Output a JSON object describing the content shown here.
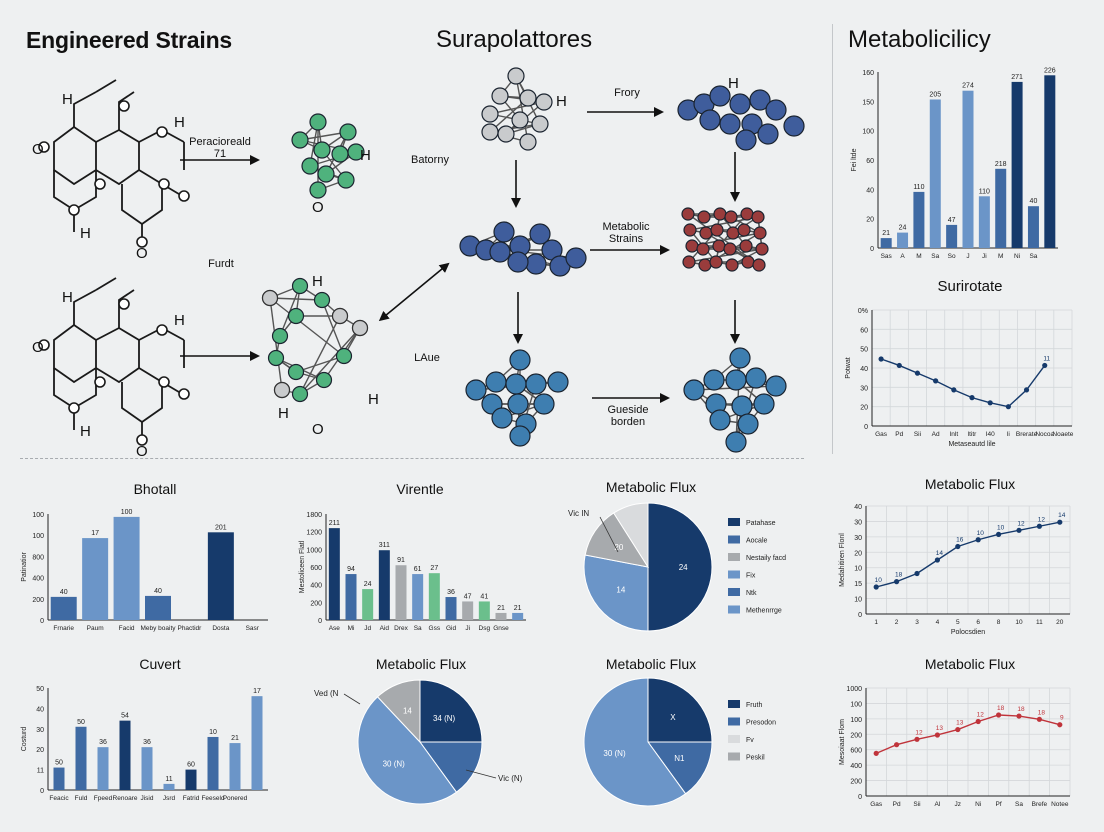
{
  "headings": {
    "left": "Engineered Strains",
    "middle": "Surapolattores",
    "right": "Metabolicilicy"
  },
  "diagram_labels": {
    "pathway_top": "Peracioreald",
    "pathway_top_num": "71",
    "furdt": "Furdt",
    "batorny": "Batorny",
    "frory": "Frory",
    "metabolic_strains": "Metabolic\nStrains",
    "laue": "LAue",
    "gueside_borden": "Gueside\nborden",
    "h": "H",
    "o": "O"
  },
  "colors": {
    "navy": "#163a6b",
    "mid": "#3f6aa3",
    "light": "#6b95c8",
    "grey": "#a7aaad",
    "green": "#6bbf8c",
    "red": "#c0343b",
    "molecule_green": "#4fb27d",
    "molecule_blue": "#3f5d9c",
    "molecule_red": "#9a3c3c",
    "molecule_teal": "#3e7eb0"
  },
  "chart_data": [
    {
      "id": "c1",
      "type": "bar",
      "title": "",
      "ylabel": "Fei ltde",
      "ylim": [
        0,
        160
      ],
      "yticks": [
        "0",
        "20",
        "40",
        "60",
        "100",
        "150",
        "160"
      ],
      "categories": [
        "Sas",
        "A",
        "M",
        "Sa",
        "So",
        "J",
        "Ji",
        "M",
        "Ni",
        "Sa"
      ],
      "values": [
        9,
        14,
        51,
        135,
        21,
        143,
        47,
        72,
        151,
        38
      ],
      "value_labels": [
        "21",
        "24",
        "110",
        "205",
        "47",
        "274",
        "110",
        "218",
        "271",
        "40"
      ],
      "bar_colors": [
        "#3f6aa3",
        "#6b95c8",
        "#3f6aa3",
        "#6b95c8",
        "#3f6aa3",
        "#6b95c8",
        "#6b95c8",
        "#3f6aa3",
        "#163a6b",
        "#3f6aa3",
        "#163a6b"
      ],
      "extra_value": 157,
      "extra_label": "226"
    },
    {
      "id": "c2",
      "type": "line",
      "title": "Surirotate",
      "ylabel": "Potwat",
      "xlabel": "Metaseautd lile",
      "ylim": [
        0,
        90
      ],
      "yticks": [
        "0",
        "20",
        "30",
        "40",
        "50",
        "60",
        "0%"
      ],
      "categories": [
        "Gas",
        "Pd",
        "Sii",
        "Ad",
        "Inlt",
        "ltitr",
        "I40",
        "li",
        "Brerate",
        "Nocoa",
        "Noaete"
      ],
      "values": [
        52,
        47,
        41,
        35,
        28,
        22,
        18,
        15,
        28,
        47
      ],
      "point_label": "11"
    },
    {
      "id": "c3",
      "type": "bar",
      "title": "Bhotall",
      "ylabel": "Patinatior",
      "ylim": [
        0,
        110
      ],
      "yticks": [
        "0",
        "200",
        "400",
        "800",
        "100",
        "100"
      ],
      "categories": [
        "Frnarie",
        "Paum",
        "Facid",
        "Meby boaity",
        "Phactidr",
        "Dosta",
        "Sasr"
      ],
      "values": [
        24,
        85,
        107,
        25,
        0,
        91,
        0
      ],
      "value_labels": [
        "40",
        "17",
        "100",
        "40",
        "",
        "201",
        ""
      ],
      "bar_colors": [
        "#3f6aa3",
        "#6b95c8",
        "#6b95c8",
        "#3f6aa3",
        "#3f6aa3",
        "#163a6b",
        "#3f6aa3"
      ]
    },
    {
      "id": "c4",
      "type": "bar",
      "title": "Virentle",
      "ylabel": "Mestoliceen Flatl",
      "ylim": [
        0,
        120
      ],
      "yticks": [
        "0",
        "200",
        "400",
        "600",
        "1000",
        "1200",
        "1800"
      ],
      "categories": [
        "Ase",
        "Mi",
        "Jd",
        "Aid",
        "Drex",
        "Sa",
        "Gss",
        "Gid",
        "Ji",
        "Dsg",
        "Gnse"
      ],
      "values": [
        104,
        52,
        35,
        79,
        62,
        52,
        53,
        26,
        21,
        21,
        8,
        8
      ],
      "value_labels": [
        "211",
        "94",
        "24",
        "311",
        "91",
        "61",
        "27",
        "36",
        "47",
        "41",
        "21",
        "21"
      ],
      "bar_colors": [
        "#163a6b",
        "#3f6aa3",
        "#6bbf8c",
        "#163a6b",
        "#a7aaad",
        "#6b95c8",
        "#6bbf8c",
        "#3f6aa3",
        "#a7aaad",
        "#6bbf8c",
        "#a7aaad",
        "#6b95c8"
      ]
    },
    {
      "id": "c5",
      "type": "pie",
      "title": "Metabolic Flux",
      "slices": [
        {
          "label": "24",
          "value": 50,
          "color": "#163a6b"
        },
        {
          "label": "14",
          "value": 28,
          "color": "#6b95c8"
        },
        {
          "label": "20",
          "value": 13,
          "color": "#a7aaad"
        },
        {
          "label": "",
          "value": 9,
          "color": "#d9dbdd"
        }
      ],
      "callout": "Vic IN",
      "legend": [
        "Patahase",
        "Aocale",
        "Nestaily facd",
        "Fix",
        "Ntk",
        "Methenrrge"
      ],
      "legend_colors": [
        "#163a6b",
        "#3f6aa3",
        "#a7aaad",
        "#6b95c8",
        "#3f6aa3",
        "#6b95c8"
      ]
    },
    {
      "id": "c6",
      "type": "line",
      "title": "Metabolic Flux",
      "ylabel": "Medahitiren Flonl",
      "xlabel": "Polocsdien",
      "ylim": [
        0,
        40
      ],
      "yticks": [
        "0",
        "10",
        "15",
        "10",
        "20",
        "30",
        "30",
        "40"
      ],
      "categories": [
        "1",
        "2",
        "3",
        "4",
        "5",
        "6",
        "8",
        "10",
        "11",
        "20"
      ],
      "values": [
        10,
        12,
        15,
        20,
        25,
        27.5,
        29.5,
        31,
        32.5,
        34
      ],
      "point_labels": [
        "10",
        "18",
        "",
        "14",
        "16",
        "10",
        "10",
        "12",
        "12",
        "14"
      ]
    },
    {
      "id": "c7",
      "type": "bar",
      "title": "Cuvert",
      "ylabel": "Costurd",
      "ylim": [
        0,
        50
      ],
      "yticks": [
        "0",
        "11",
        "20",
        "30",
        "40",
        "50"
      ],
      "categories": [
        "Feacic",
        "Fuld",
        "Fpeed",
        "Renoare",
        "Jisid",
        "Jsrd",
        "Fatrid",
        "Feeseld",
        "Ponered"
      ],
      "values": [
        11,
        31,
        21,
        34,
        21,
        3,
        10,
        26,
        23,
        46
      ],
      "value_labels": [
        "50",
        "50",
        "36",
        "54",
        "36",
        "11",
        "60",
        "10",
        "21",
        "17"
      ],
      "bar_colors": [
        "#3f6aa3",
        "#3f6aa3",
        "#6b95c8",
        "#163a6b",
        "#6b95c8",
        "#6b95c8",
        "#163a6b",
        "#3f6aa3",
        "#6b95c8",
        "#6b95c8"
      ]
    },
    {
      "id": "c8",
      "type": "pie",
      "title": "Metabolic Flux",
      "slices": [
        {
          "label": "34 (N)",
          "value": 25,
          "color": "#163a6b"
        },
        {
          "label": "",
          "value": 15,
          "color": "#3f6aa3"
        },
        {
          "label": "30 (N)",
          "value": 48,
          "color": "#6b95c8"
        },
        {
          "label": "14",
          "value": 12,
          "color": "#a7aaad"
        }
      ],
      "callouts": [
        "Ved (N",
        "Vic (N)"
      ]
    },
    {
      "id": "c9",
      "type": "pie",
      "title": "Metabolic Flux",
      "slices": [
        {
          "label": "X",
          "value": 25,
          "color": "#163a6b"
        },
        {
          "label": "N1",
          "value": 15,
          "color": "#3f6aa3"
        },
        {
          "label": "30 (N)",
          "value": 60,
          "color": "#6b95c8"
        }
      ],
      "legend": [
        "Fruth",
        "Presodon",
        "Fv",
        "Peskil"
      ],
      "legend_colors": [
        "#163a6b",
        "#3f6aa3",
        "#d9dbdd",
        "#a7aaad"
      ]
    },
    {
      "id": "c10",
      "type": "line",
      "title": "Metabolic Flux",
      "ylabel": "Mesoiaat Flom",
      "ylim": [
        0,
        1000
      ],
      "yticks": [
        "0",
        "200",
        "400",
        "600",
        "200",
        "100",
        "100",
        "1000"
      ],
      "categories": [
        "Gas",
        "Pd",
        "Sii",
        "Al",
        "Jz",
        "Ni",
        "Pf",
        "Sa",
        "Brefe",
        "Notee"
      ],
      "values": [
        395,
        475,
        525,
        565,
        615,
        690,
        750,
        740,
        710,
        660
      ],
      "point_labels": [
        "",
        "",
        "12",
        "13",
        "13",
        "12",
        "18",
        "18",
        "18",
        "9"
      ]
    }
  ]
}
